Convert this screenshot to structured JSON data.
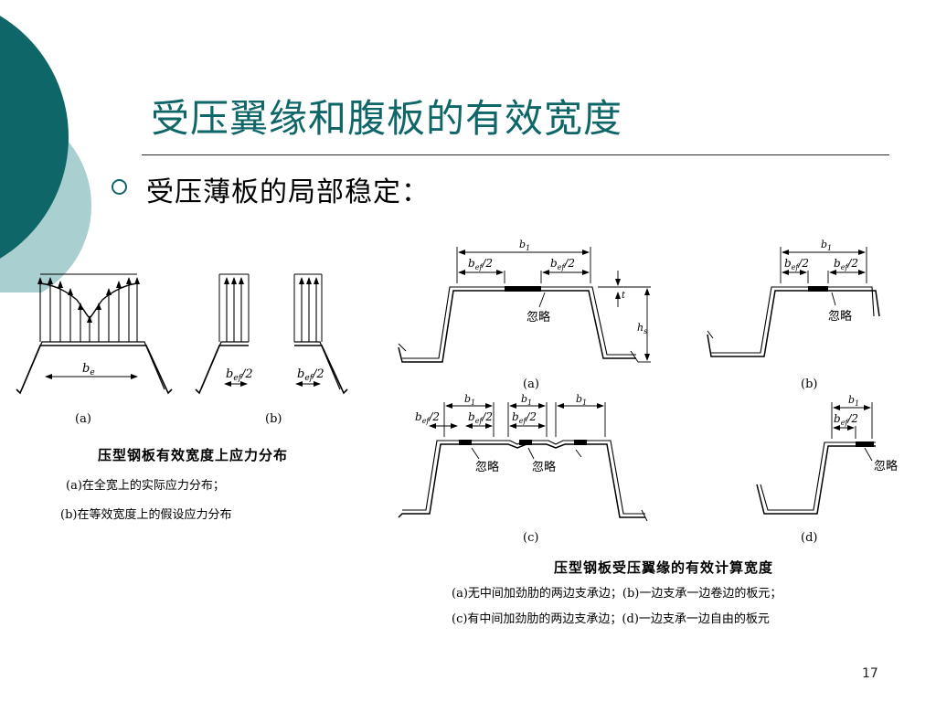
{
  "slide": {
    "title": "受压翼缘和腹板的有效宽度",
    "subtitle": "受压薄板的局部稳定：",
    "page_number": "17"
  },
  "colors": {
    "accent": "#0f6668",
    "accent_light": "#a9cfd0"
  },
  "left_figure": {
    "label_be": "b",
    "label_be_sub": "e",
    "label_half": "b",
    "label_half_sub": "ef",
    "label_half_tail": "/2",
    "panel_a": "(a)",
    "panel_b": "(b)",
    "caption_title": "压型钢板有效宽度上应力分布",
    "caption_a": "(a)在全宽上的实际应力分布；",
    "caption_b": "(b)在等效宽度上的假设应力分布"
  },
  "right_figure": {
    "label_b": "b",
    "label_b_sub": "1",
    "label_half": "b",
    "label_half_sub": "ef",
    "label_half_tail": "/2",
    "label_h": "h",
    "label_h_sub": "s",
    "label_t": "t",
    "ignore": "忽略",
    "panel_a": "(a)",
    "panel_b": "(b)",
    "panel_c": "(c)",
    "panel_d": "(d)",
    "caption_title": "压型钢板受压翼缘的有效计算宽度",
    "caption_line1": "(a)无中间加劲肋的两边支承边；(b)一边支承一边卷边的板元；",
    "caption_line2": "(c)有中间加劲肋的两边支承边；(d)一边支承一边自由的板元"
  }
}
